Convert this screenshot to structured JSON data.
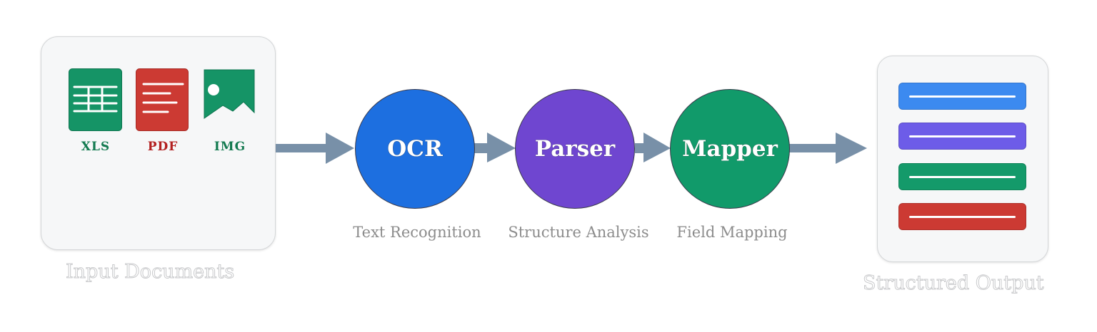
{
  "title": "Document processing pipeline",
  "input": {
    "label": "Input Documents",
    "documents": [
      {
        "type": "XLS",
        "icon": "spreadsheet-icon",
        "color": "#159466"
      },
      {
        "type": "PDF",
        "icon": "pdf-document-icon",
        "color": "#cc3a33"
      },
      {
        "type": "IMG",
        "icon": "image-icon",
        "color": "#159466"
      }
    ],
    "label_colors": {
      "XLS": "#137a50",
      "PDF": "#b32020",
      "IMG": "#137a50"
    }
  },
  "steps": [
    {
      "name": "OCR",
      "description": "Text Recognition",
      "color": "#1d6fe0"
    },
    {
      "name": "Parser",
      "description": "Structure Analysis",
      "color": "#6f46d0"
    },
    {
      "name": "Mapper",
      "description": "Field Mapping",
      "color": "#119a6a"
    }
  ],
  "output": {
    "label": "Structured Output",
    "fields": [
      {
        "color": "#3c8af0"
      },
      {
        "color": "#6d5ce8"
      },
      {
        "color": "#149a6a"
      },
      {
        "color": "#cc3a33"
      }
    ]
  },
  "arrow_color": "#7890a8"
}
